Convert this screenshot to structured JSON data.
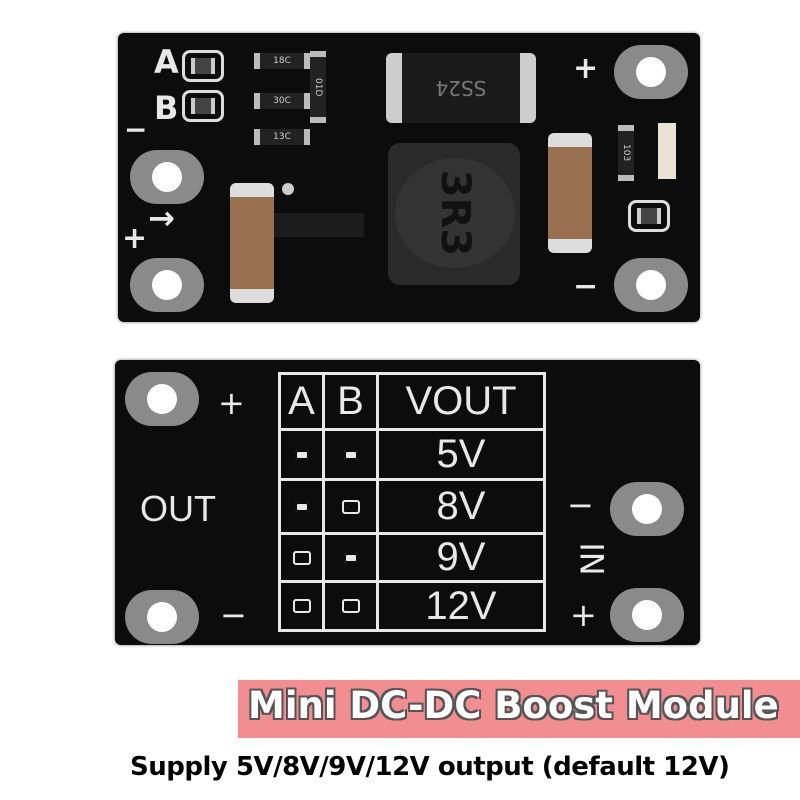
{
  "top_board": {
    "label_a": "A",
    "label_b": "B",
    "minus_left": "−",
    "plus_left": "+",
    "arrow": "→",
    "plus_right": "+",
    "minus_right": "−",
    "res1": "18C",
    "res2": "30C",
    "res3": "13C",
    "res4": "01D",
    "diode": "SS24",
    "inductor": "3R3",
    "res5": "103"
  },
  "bottom_board": {
    "plus_left": "+",
    "out_label": "OUT",
    "minus_left": "−",
    "minus_right": "−",
    "in_label": "IN",
    "plus_right": "+",
    "table": {
      "headers": [
        "A",
        "B",
        "VOUT"
      ],
      "rows": [
        {
          "vout": "5V"
        },
        {
          "vout": "8V"
        },
        {
          "vout": "9V"
        },
        {
          "vout": "12V"
        }
      ]
    }
  },
  "banner": {
    "title": "Mini DC-DC Boost Module",
    "subtitle": "Supply 5V/8V/9V/12V output  (default 12V)",
    "color": "#f28e92"
  }
}
